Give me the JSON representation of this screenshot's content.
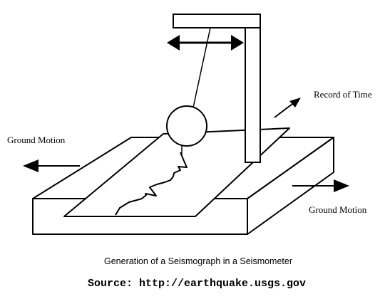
{
  "labels": {
    "record_of_time": "Record of Time",
    "ground_motion_left": "Ground Motion",
    "ground_motion_right": "Ground Motion"
  },
  "caption": "Generation of a Seismograph in a Seismometer",
  "source": "Source: http://earthquake.usgs.gov",
  "colors": {
    "line": "#000000",
    "fill": "#ffffff"
  }
}
